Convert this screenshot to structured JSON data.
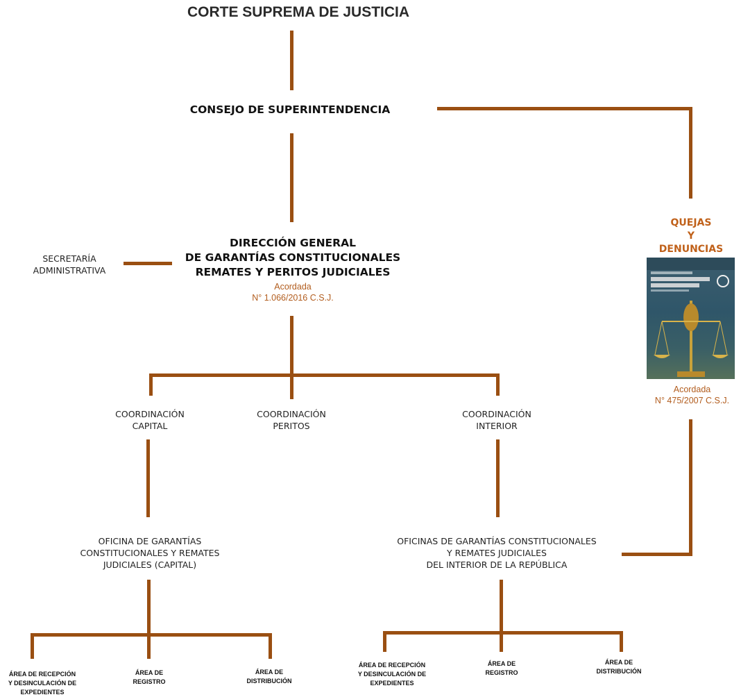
{
  "top": {
    "title": "CORTE SUPREMA DE JUSTICIA"
  },
  "consejo": {
    "title": "CONSEJO DE SUPERINTENDENCIA"
  },
  "direccion": {
    "lines": [
      "DIRECCIÓN GENERAL",
      "DE GARANTÍAS CONSTITUCIONALES",
      "REMATES Y PERITOS JUDICIALES"
    ],
    "acordada": "Acordada",
    "acordada_num": "N° 1.066/2016 C.S.J."
  },
  "secretaria": {
    "lines": [
      "SECRETARÍA",
      "ADMINISTRATIVA"
    ]
  },
  "quejas": {
    "lines": [
      "QUEJAS",
      "Y",
      "DENUNCIAS"
    ],
    "acordada": "Acordada",
    "acordada_num": "N° 475/2007 C.S.J.",
    "poster": {
      "header": "SISTEMA DE QUEJAS Y DENUNCIAS",
      "accent": "#c0611a"
    }
  },
  "coordinaciones": [
    {
      "lines": [
        "COORDINACIÓN",
        "CAPITAL"
      ]
    },
    {
      "lines": [
        "COORDINACIÓN",
        "PERITOS"
      ]
    },
    {
      "lines": [
        "COORDINACIÓN",
        "INTERIOR"
      ]
    }
  ],
  "oficina_capital": {
    "lines": [
      "OFICINA DE GARANTÍAS",
      "CONSTITUCIONALES Y REMATES",
      "JUDICIALES (CAPITAL)"
    ]
  },
  "oficina_interior": {
    "lines": [
      "OFICINAS DE GARANTÍAS CONSTITUCIONALES",
      "Y REMATES JUDICIALES",
      "DEL INTERIOR DE LA REPÚBLICA"
    ]
  },
  "areas_capital": [
    {
      "lines": [
        "ÁREA DE RECEPCIÓN",
        "Y DESINCULACIÓN DE",
        "EXPEDIENTES"
      ]
    },
    {
      "lines": [
        "ÁREA DE",
        "REGISTRO"
      ]
    },
    {
      "lines": [
        "ÁREA DE",
        "DISTRIBUCIÓN"
      ]
    }
  ],
  "areas_interior": [
    {
      "lines": [
        "ÁREA DE RECEPCIÓN",
        "Y DESINCULACIÓN DE",
        "EXPEDIENTES"
      ]
    },
    {
      "lines": [
        "ÁREA DE",
        "REGISTRO"
      ]
    },
    {
      "lines": [
        "ÁREA DE",
        "DISTRIBUCIÓN"
      ]
    }
  ],
  "colors": {
    "line": "#9a4f12",
    "accent": "#b25d1e",
    "quejas": "#c0611a"
  }
}
